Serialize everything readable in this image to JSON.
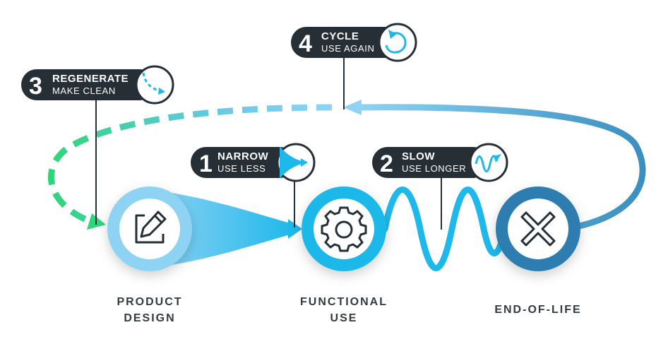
{
  "stages": [
    {
      "label_line1": "PRODUCT",
      "label_line2": "DESIGN",
      "icon": "edit-icon"
    },
    {
      "label_line1": "FUNCTIONAL",
      "label_line2": "USE",
      "icon": "gear-icon"
    },
    {
      "label_line1": "END-OF-LIFE",
      "label_line2": "",
      "icon": "close-x-icon"
    }
  ],
  "tags": [
    {
      "number": "1",
      "title": "NARROW",
      "subtitle": "USE LESS",
      "icon": "narrow-arrow-icon"
    },
    {
      "number": "2",
      "title": "SLOW",
      "subtitle": "USE LONGER",
      "icon": "wave-arrow-icon"
    },
    {
      "number": "3",
      "title": "REGENERATE",
      "subtitle": "MAKE CLEAN",
      "icon": "dashed-arrow-icon"
    },
    {
      "number": "4",
      "title": "CYCLE",
      "subtitle": "USE AGAIN",
      "icon": "loop-arrow-icon"
    }
  ],
  "colors": {
    "dark": "#262f36",
    "light_blue": "#8fd3f4",
    "cyan": "#1fb8ea",
    "deep_blue": "#2e7db0",
    "green": "#2ed67a"
  }
}
